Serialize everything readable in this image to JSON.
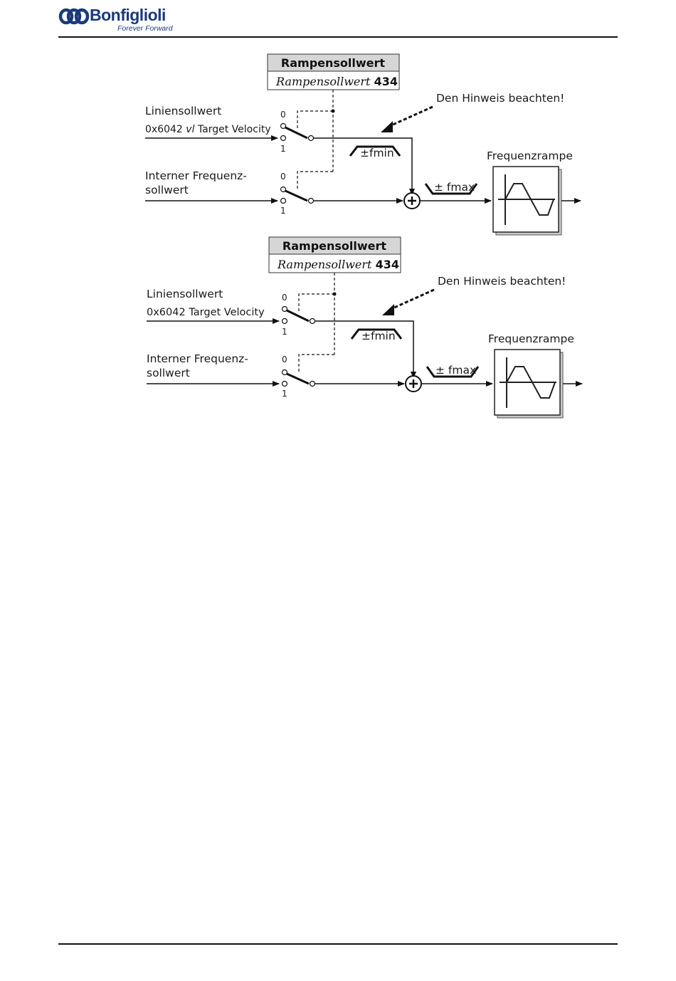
{
  "header": {
    "brand": "Bonfiglioli",
    "tagline": "Forever Forward",
    "accent_color": "#1b3a7a"
  },
  "diagrams": [
    {
      "param_box_title": "Rampensollwert",
      "param_box_sub": "Rampensollwert",
      "param_box_num": "434",
      "note": "Den Hinweis beachten!",
      "input1_label": "Liniensollwert",
      "input1_object_prefix": "0x6042 ",
      "input1_object_italic": "vl",
      "input1_object_suffix": " Target Velocity",
      "input2_label_line1": "Interner Frequenz-",
      "input2_label_line2": "sollwert",
      "switch_pos0": "0",
      "switch_pos1": "1",
      "fmin_label": "±fmin",
      "fmax_label": "± fmax",
      "ramp_label": "Frequenzrampe"
    },
    {
      "param_box_title": "Rampensollwert",
      "param_box_sub": "Rampensollwert",
      "param_box_num": "434",
      "note": "Den Hinweis beachten!",
      "input1_label": "Liniensollwert",
      "input1_object_prefix": "0x6042 Target Velocity",
      "input1_object_italic": "",
      "input1_object_suffix": "",
      "input2_label_line1": "Interner Frequenz-",
      "input2_label_line2": "sollwert",
      "switch_pos0": "0",
      "switch_pos1": "1",
      "fmin_label": "±fmin",
      "fmax_label": "± fmax",
      "ramp_label": "Frequenzrampe"
    }
  ]
}
